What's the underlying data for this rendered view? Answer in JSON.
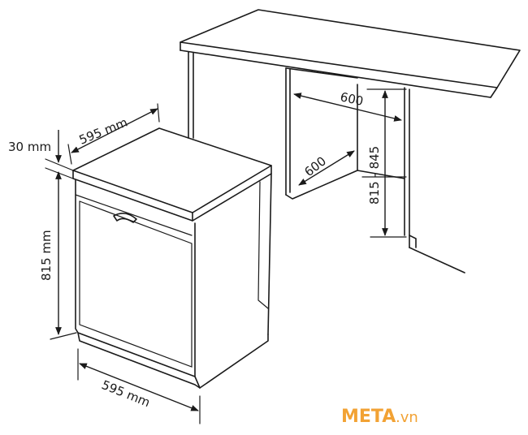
{
  "dimensions": {
    "top_depth": "595 mm",
    "thickness": "30 mm",
    "height": "815 mm",
    "width": "595 mm",
    "niche_width": "600",
    "niche_depth": "600",
    "niche_height": "815 - 845"
  },
  "watermark": {
    "brand": "META",
    "suffix": ".vn",
    "color": "#f2a234"
  }
}
